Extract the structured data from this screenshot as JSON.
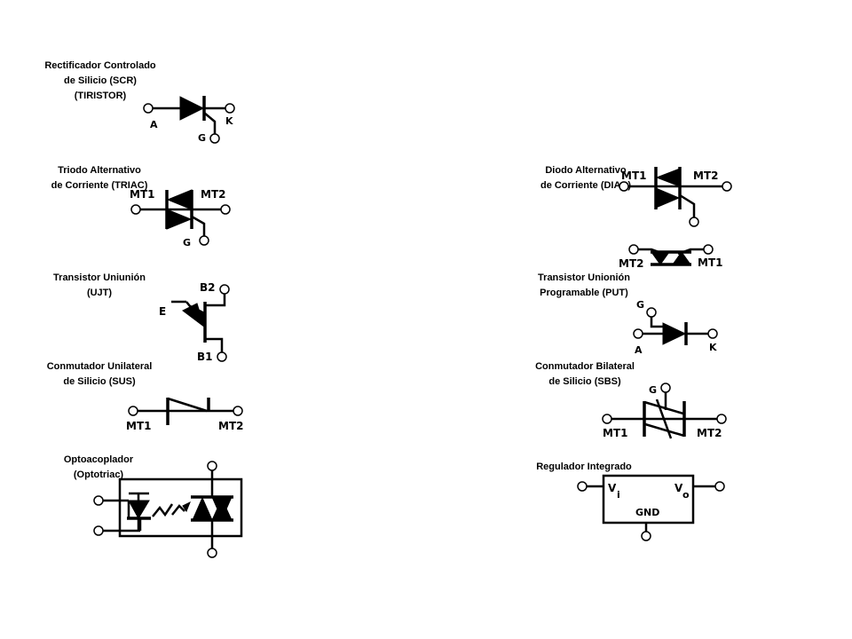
{
  "symbols": {
    "scr": {
      "lines": [
        "Rectificador Controlado",
        "de Silicio (SCR)",
        "(TIRISTOR)"
      ],
      "pins": {
        "a": "A",
        "k": "K",
        "g": "G"
      }
    },
    "triac": {
      "lines": [
        "Triodo Alternativo",
        "de Corriente (TRIAC)"
      ],
      "pins": {
        "mt1": "MT1",
        "mt2": "MT2",
        "g": "G"
      }
    },
    "diac": {
      "lines": [
        "Diodo Alternativo",
        "de Corriente (DIAC)"
      ],
      "pins": {
        "mt1": "MT1",
        "mt2": "MT2",
        "mt2_alt": "MT2",
        "mt1_alt": "MT1"
      }
    },
    "ujt": {
      "lines": [
        "Transistor Uniunión",
        "(UJT)"
      ],
      "pins": {
        "e": "E",
        "b1": "B1",
        "b2": "B2"
      }
    },
    "put": {
      "lines": [
        "Transistor Unionión",
        "Programable (PUT)"
      ],
      "pins": {
        "g": "G",
        "a": "A",
        "k": "K"
      }
    },
    "sus": {
      "lines": [
        "Conmutador Unilateral",
        "de Silicio (SUS)"
      ],
      "pins": {
        "mt1": "MT1",
        "mt2": "MT2"
      }
    },
    "sbs": {
      "lines": [
        "Conmutador Bilateral",
        "de Silicio (SBS)"
      ],
      "pins": {
        "g": "G",
        "mt1": "MT1",
        "mt2": "MT2"
      }
    },
    "opto": {
      "lines": [
        "Optoacoplador",
        "(Optotriac)"
      ]
    },
    "reg": {
      "lines": [
        "Regulador Integrado"
      ],
      "pins": {
        "vi": "V",
        "vi_sub": "i",
        "vo": "V",
        "vo_sub": "o",
        "gnd": "GND"
      }
    }
  }
}
